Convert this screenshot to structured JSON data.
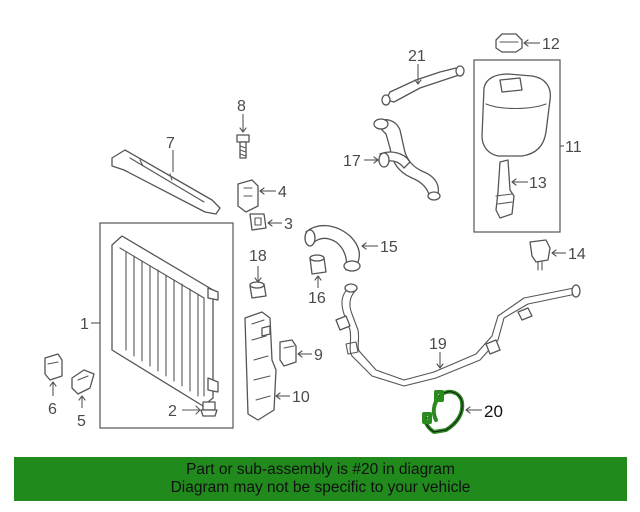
{
  "diagram": {
    "callouts": [
      "1",
      "2",
      "3",
      "4",
      "5",
      "6",
      "7",
      "8",
      "9",
      "10",
      "11",
      "12",
      "13",
      "14",
      "15",
      "16",
      "17",
      "18",
      "19",
      "20",
      "21"
    ],
    "highlighted_part": "20",
    "highlight_color": "#218a1c"
  },
  "banner": {
    "line1": "Part or sub-assembly is #20 in diagram",
    "line2": "Diagram may not be specific to your vehicle",
    "background": "#218a1c"
  }
}
